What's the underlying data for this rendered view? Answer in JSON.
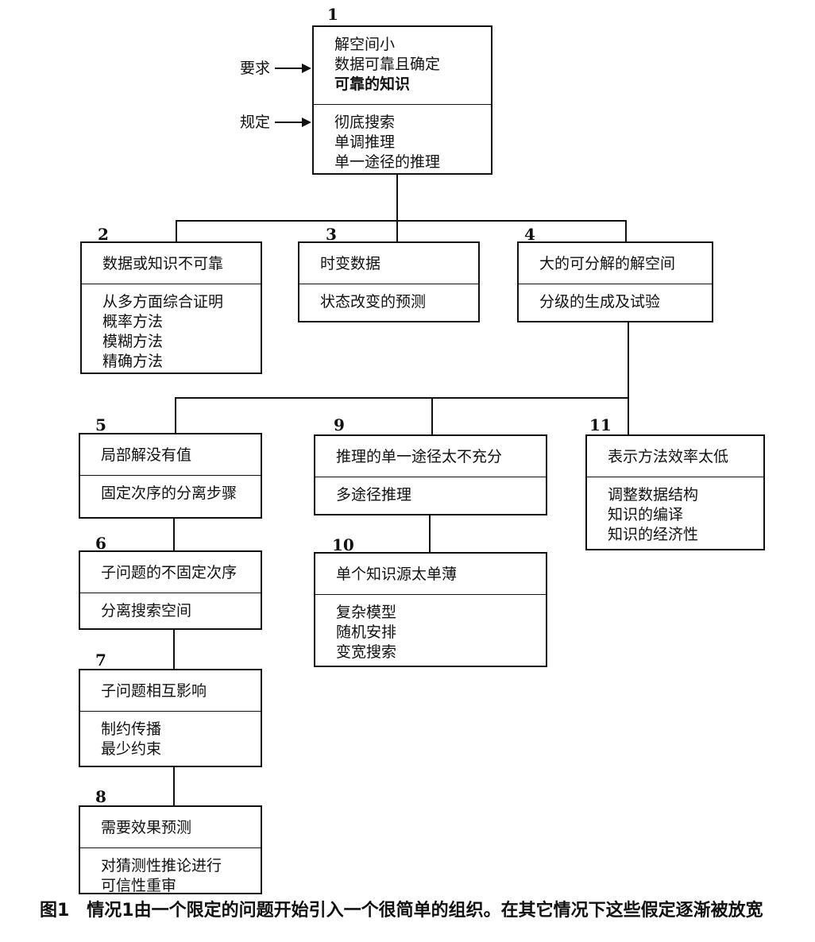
{
  "diagram": {
    "side_labels": {
      "require": "要求",
      "specify": "规定"
    },
    "nodes": [
      {
        "id": "1",
        "head": [
          "解空间小",
          "数据可靠且确定",
          "可靠的知识"
        ],
        "body": [
          "彻底搜索",
          "单调推理",
          "单一途径的推理"
        ]
      },
      {
        "id": "2",
        "head": [
          "数据或知识不可靠"
        ],
        "body": [
          "从多方面综合证明",
          "概率方法",
          "模糊方法",
          "精确方法"
        ]
      },
      {
        "id": "3",
        "head": [
          "时变数据"
        ],
        "body": [
          "状态改变的预测"
        ]
      },
      {
        "id": "4",
        "head": [
          "大的可分解的解空间"
        ],
        "body": [
          "分级的生成及试验"
        ]
      },
      {
        "id": "5",
        "head": [
          "局部解没有值"
        ],
        "body": [
          "固定次序的分离步骤"
        ]
      },
      {
        "id": "6",
        "head": [
          "子问题的不固定次序"
        ],
        "body": [
          "分离搜索空间"
        ]
      },
      {
        "id": "7",
        "head": [
          "子问题相互影响"
        ],
        "body": [
          "制约传播",
          "最少约束"
        ]
      },
      {
        "id": "8",
        "head": [
          "需要效果预测"
        ],
        "body": [
          "对猜测性推论进行",
          "可信性重审"
        ]
      },
      {
        "id": "9",
        "head": [
          "推理的单一途径太不充分"
        ],
        "body": [
          "多途径推理"
        ]
      },
      {
        "id": "10",
        "head": [
          "单个知识源太单薄"
        ],
        "body": [
          "复杂模型",
          "随机安排",
          "变宽搜索"
        ]
      },
      {
        "id": "11",
        "head": [
          "表示方法效率太低"
        ],
        "body": [
          "调整数据结构",
          "知识的编译",
          "知识的经济性"
        ]
      }
    ],
    "caption": "图1　情况1由一个限定的问题开始引入一个很简单的组织。在其它情况下这些假定逐渐被放宽"
  }
}
